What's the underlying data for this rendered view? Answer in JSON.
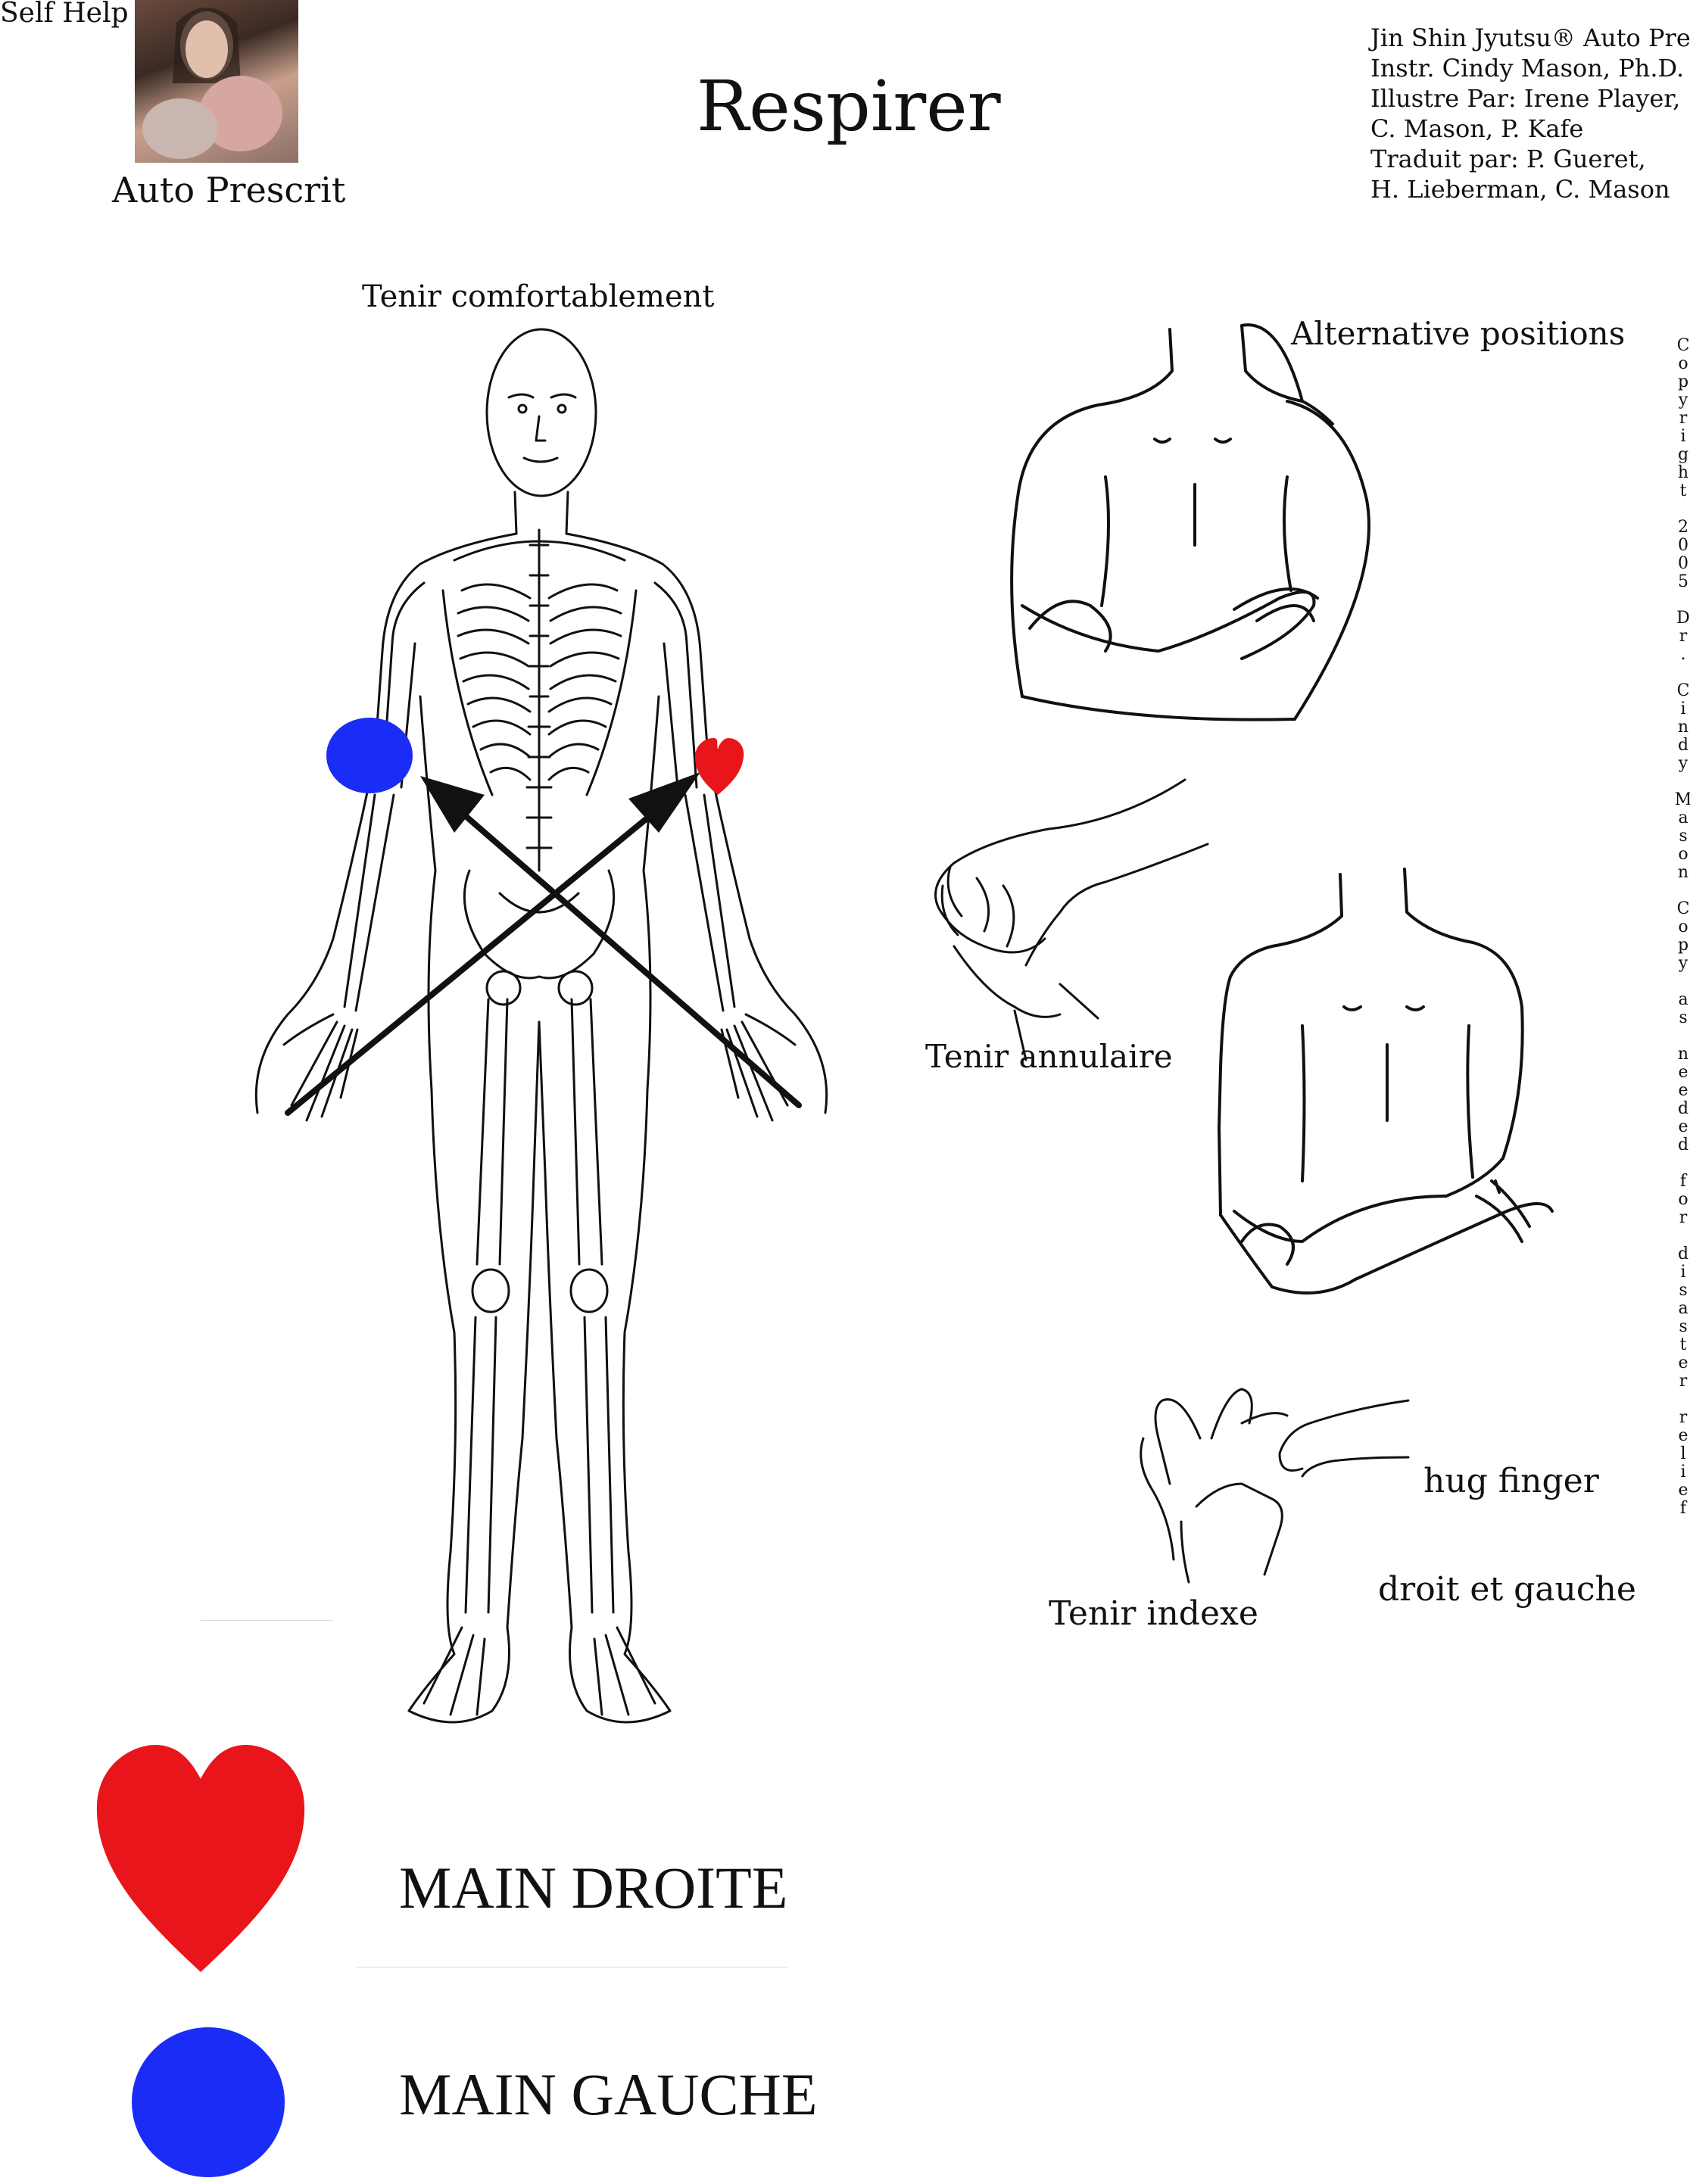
{
  "header": {
    "self_help": "Self Help",
    "auto_prescrit": "Auto Prescrit",
    "title": "Respirer",
    "credits": [
      "Jin Shin Jyutsu® Auto Prescrit",
      "Instr.  Cindy Mason, Ph.D.",
      "Illustre Par: Irene Player,",
      "C. Mason, P. Kafe",
      "Traduit par: P. Gueret,",
      "H. Lieberman, C. Mason"
    ]
  },
  "main_figure": {
    "label": "Tenir comfortablement",
    "right_hand_color": "#e8151b",
    "left_hand_color": "#1a2cf5"
  },
  "alternatives": {
    "heading": "Alternative positions",
    "ring_finger": "Tenir annulaire",
    "index_finger": "Tenir indexe",
    "hug_finger": "hug finger",
    "both_sides": "droit et gauche"
  },
  "copyright": "Copyright 2005 Dr. Cindy Mason Copy as needed for disaster relief",
  "legend": {
    "right_hand": "MAIN DROITE",
    "left_hand": "MAIN GAUCHE"
  },
  "icons": [
    "heart-icon",
    "circle-icon",
    "arrow-icon"
  ]
}
